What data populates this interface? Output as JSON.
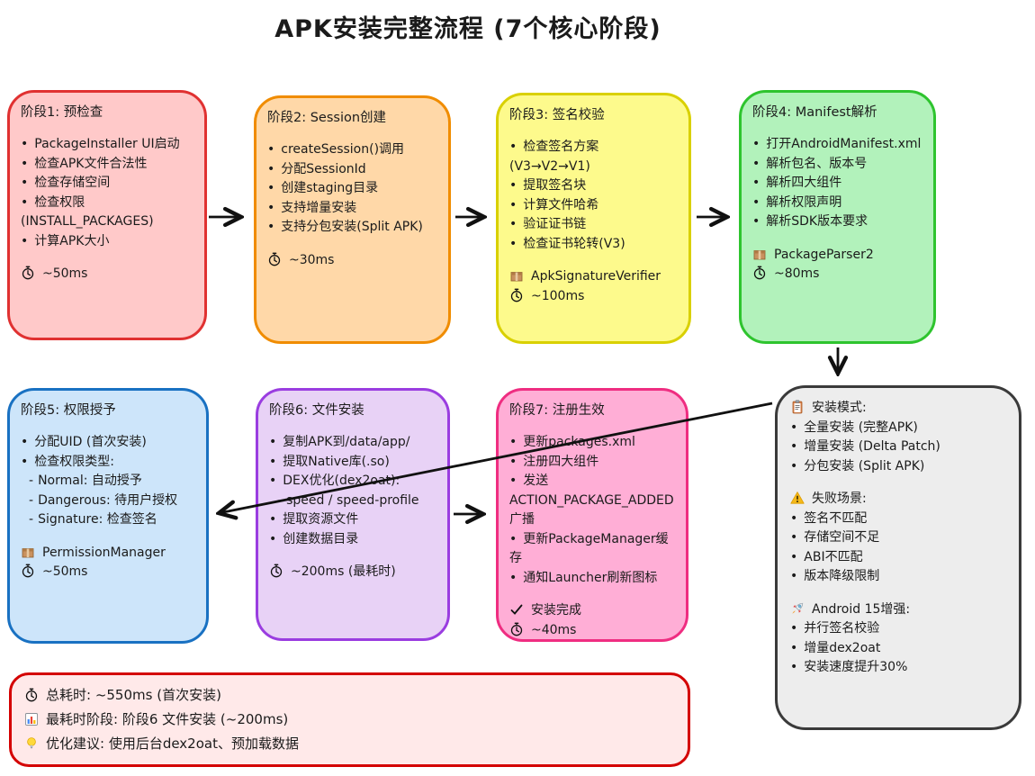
{
  "page_title": "APK安装完整流程 (7个核心阶段)",
  "stages": [
    {
      "id": "stage-1",
      "title": "阶段1: 预检查",
      "border_color": "#e03131",
      "fill_color": "#ffc9c9",
      "lines": [
        {
          "t": "bullet",
          "text": "PackageInstaller UI启动"
        },
        {
          "t": "bullet",
          "text": "检查APK文件合法性"
        },
        {
          "t": "bullet",
          "text": "检查存储空间"
        },
        {
          "t": "bullet",
          "text": "检查权限"
        },
        {
          "t": "plain",
          "text": "(INSTALL_PACKAGES)"
        },
        {
          "t": "bullet",
          "text": "计算APK大小"
        },
        {
          "t": "gap"
        },
        {
          "t": "icon",
          "icon": "stopwatch-icon",
          "text": "~50ms"
        }
      ]
    },
    {
      "id": "stage-2",
      "title": "阶段2: Session创建",
      "border_color": "#f08c00",
      "fill_color": "#ffd8a8",
      "lines": [
        {
          "t": "bullet",
          "text": "createSession()调用"
        },
        {
          "t": "bullet",
          "text": "分配SessionId"
        },
        {
          "t": "bullet",
          "text": "创建staging目录"
        },
        {
          "t": "bullet",
          "text": "支持增量安装"
        },
        {
          "t": "bullet",
          "text": "支持分包安装(Split APK)"
        },
        {
          "t": "gap"
        },
        {
          "t": "icon",
          "icon": "stopwatch-icon",
          "text": "~30ms"
        }
      ]
    },
    {
      "id": "stage-3",
      "title": "阶段3: 签名校验",
      "border_color": "#d9d000",
      "fill_color": "#fdfa8c",
      "lines": [
        {
          "t": "bullet",
          "text": "检查签名方案(V3→V2→V1)"
        },
        {
          "t": "bullet",
          "text": "提取签名块"
        },
        {
          "t": "bullet",
          "text": "计算文件哈希"
        },
        {
          "t": "bullet",
          "text": "验证证书链"
        },
        {
          "t": "bullet",
          "text": "检查证书轮转(V3)"
        },
        {
          "t": "gap"
        },
        {
          "t": "icon",
          "icon": "package-icon",
          "text": "ApkSignatureVerifier"
        },
        {
          "t": "icon",
          "icon": "stopwatch-icon",
          "text": "~100ms"
        }
      ]
    },
    {
      "id": "stage-4",
      "title": "阶段4: Manifest解析",
      "border_color": "#2ec42e",
      "fill_color": "#b2f2bb",
      "lines": [
        {
          "t": "bullet",
          "text": "打开AndroidManifest.xml"
        },
        {
          "t": "bullet",
          "text": "解析包名、版本号"
        },
        {
          "t": "bullet",
          "text": "解析四大组件"
        },
        {
          "t": "bullet",
          "text": "解析权限声明"
        },
        {
          "t": "bullet",
          "text": "解析SDK版本要求"
        },
        {
          "t": "gap"
        },
        {
          "t": "icon",
          "icon": "package-icon",
          "text": "PackageParser2"
        },
        {
          "t": "icon",
          "icon": "stopwatch-icon",
          "text": "~80ms"
        }
      ]
    },
    {
      "id": "stage-5",
      "title": "阶段5: 权限授予",
      "border_color": "#1971c2",
      "fill_color": "#cde5fa",
      "lines": [
        {
          "t": "bullet",
          "text": "分配UID (首次安装)"
        },
        {
          "t": "bullet",
          "text": "检查权限类型:"
        },
        {
          "t": "dash",
          "text": "Normal: 自动授予"
        },
        {
          "t": "dash",
          "text": "Dangerous: 待用户授权"
        },
        {
          "t": "dash",
          "text": "Signature: 检查签名"
        },
        {
          "t": "gap"
        },
        {
          "t": "icon",
          "icon": "package-icon",
          "text": "PermissionManager"
        },
        {
          "t": "icon",
          "icon": "stopwatch-icon",
          "text": "~50ms"
        }
      ]
    },
    {
      "id": "stage-6",
      "title": "阶段6: 文件安装",
      "border_color": "#9a3de0",
      "fill_color": "#e8d2f6",
      "lines": [
        {
          "t": "bullet",
          "text": "复制APK到/data/app/"
        },
        {
          "t": "bullet",
          "text": "提取Native库(.so)"
        },
        {
          "t": "bullet",
          "text": "DEX优化(dex2oat):"
        },
        {
          "t": "dash",
          "text": "speed / speed-profile"
        },
        {
          "t": "bullet",
          "text": "提取资源文件"
        },
        {
          "t": "bullet",
          "text": "创建数据目录"
        },
        {
          "t": "gap"
        },
        {
          "t": "icon",
          "icon": "stopwatch-icon",
          "text": "~200ms (最耗时)"
        }
      ]
    },
    {
      "id": "stage-7",
      "title": "阶段7: 注册生效",
      "border_color": "#ef2d81",
      "fill_color": "#ffaed6",
      "lines": [
        {
          "t": "bullet",
          "text": "更新packages.xml"
        },
        {
          "t": "bullet",
          "text": "注册四大组件"
        },
        {
          "t": "bullet",
          "text": "发送"
        },
        {
          "t": "plain",
          "text": "ACTION_PACKAGE_ADDED广播"
        },
        {
          "t": "bullet",
          "text": "更新PackageManager缓存"
        },
        {
          "t": "bullet",
          "text": "通知Launcher刷新图标"
        },
        {
          "t": "gap"
        },
        {
          "t": "icon",
          "icon": "check-icon",
          "text": "安装完成"
        },
        {
          "t": "icon",
          "icon": "stopwatch-icon",
          "text": "~40ms"
        }
      ]
    }
  ],
  "info_box": {
    "border_color": "#3a3a3a",
    "fill_color": "#ededed",
    "lines": [
      {
        "t": "icon",
        "icon": "clipboard-icon",
        "text": "安装模式:"
      },
      {
        "t": "bullet",
        "text": "全量安装 (完整APK)"
      },
      {
        "t": "bullet",
        "text": "增量安装 (Delta Patch)"
      },
      {
        "t": "bullet",
        "text": "分包安装 (Split APK)"
      },
      {
        "t": "gap"
      },
      {
        "t": "icon",
        "icon": "warning-icon",
        "text": "失败场景:"
      },
      {
        "t": "bullet",
        "text": "签名不匹配"
      },
      {
        "t": "bullet",
        "text": "存储空间不足"
      },
      {
        "t": "bullet",
        "text": "ABI不匹配"
      },
      {
        "t": "bullet",
        "text": "版本降级限制"
      },
      {
        "t": "gap"
      },
      {
        "t": "icon",
        "icon": "rocket-icon",
        "text": "Android 15增强:"
      },
      {
        "t": "bullet",
        "text": "并行签名校验"
      },
      {
        "t": "bullet",
        "text": "增量dex2oat"
      },
      {
        "t": "bullet",
        "text": "安装速度提升30%"
      }
    ]
  },
  "summary_box": {
    "border_color": "#d40000",
    "fill_color": "#ffe9e9",
    "lines": [
      {
        "t": "icon",
        "icon": "stopwatch-icon",
        "text": "总耗时: ~550ms (首次安装)"
      },
      {
        "t": "icon",
        "icon": "bar-chart-icon",
        "text": "最耗时阶段: 阶段6 文件安装 (~200ms)"
      },
      {
        "t": "icon",
        "icon": "lightbulb-icon",
        "text": "优化建议: 使用后台dex2oat、预加载数据"
      }
    ]
  },
  "arrows": [
    {
      "name": "arrow-stage1-stage2",
      "direction": "right"
    },
    {
      "name": "arrow-stage2-stage3",
      "direction": "right"
    },
    {
      "name": "arrow-stage3-stage4",
      "direction": "right"
    },
    {
      "name": "arrow-stage4-info",
      "direction": "down"
    },
    {
      "name": "arrow-info-stage5",
      "direction": "left"
    },
    {
      "name": "arrow-stage6-stage7",
      "direction": "right"
    }
  ],
  "arrow_color": "#111111"
}
